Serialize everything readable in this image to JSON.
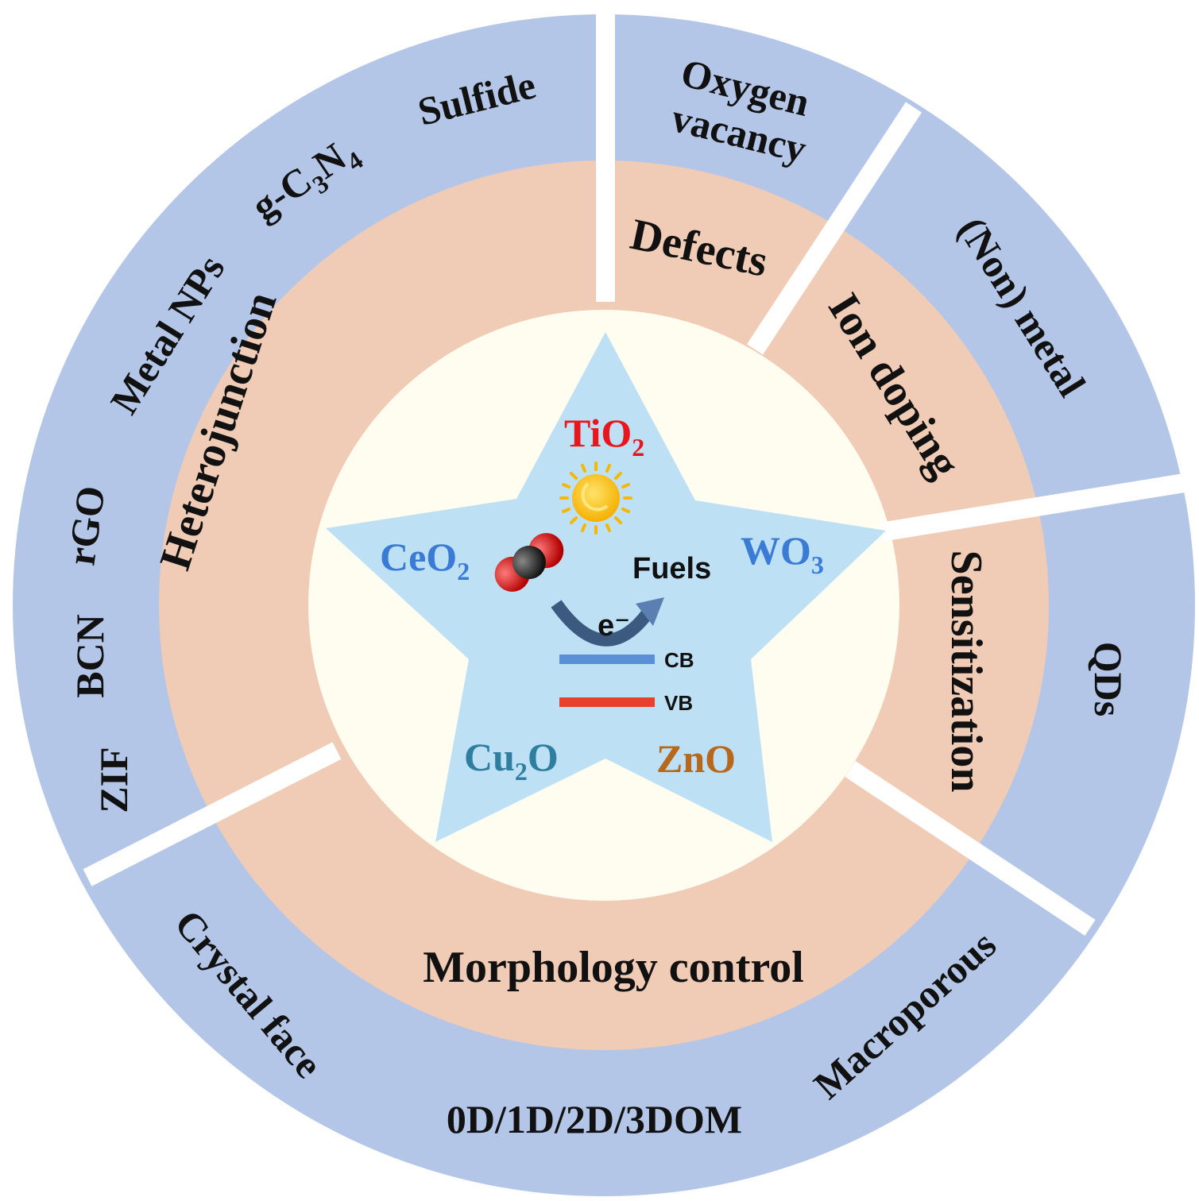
{
  "colors": {
    "outer_ring": "#b4c6e7",
    "middle_ring": "#f0cbb5",
    "core": "#fffdf0",
    "star": "#bde0f5",
    "divider": "#ffffff",
    "TiO2": "#e8171e",
    "CeO2": "#3a7bd5",
    "WO3": "#3a7bd5",
    "Cu2O": "#2e7ea0",
    "ZnO": "#b8681b",
    "sun": "#f5b800",
    "CB": "#5b8fd8",
    "VB": "#e8402a",
    "arrow": "#3c5a80"
  },
  "sectors": {
    "heterojunction": {
      "category": "Heterojunction",
      "items": [
        {
          "main": "ZIF",
          "sub": ""
        },
        {
          "main": "BCN",
          "sub": ""
        },
        {
          "main": "rGO",
          "sub": ""
        },
        {
          "main": "Metal NPs",
          "sub": ""
        },
        {
          "main": "g-C",
          "sub1": "3",
          "mid": "N",
          "sub2": "4"
        },
        {
          "main": "Sulfide",
          "sub": ""
        }
      ]
    },
    "defects": {
      "category": "Defects",
      "items": [
        {
          "line1": "Oxygen",
          "line2": "vacancy"
        }
      ]
    },
    "ion_doping": {
      "category": "Ion doping",
      "items": [
        {
          "main": "(Non) metal"
        }
      ]
    },
    "sensitization": {
      "category": "Sensitization",
      "items": [
        {
          "main": "QDs"
        }
      ]
    },
    "morphology": {
      "category": "Morphology control",
      "items": [
        {
          "main": "Crystal face"
        },
        {
          "main": "0D/1D/2D/3DOM"
        },
        {
          "main": "Macroporous"
        }
      ]
    }
  },
  "core": {
    "materials": [
      {
        "id": "TiO2",
        "base": "TiO",
        "sub": "2"
      },
      {
        "id": "CeO2",
        "base": "CeO",
        "sub": "2"
      },
      {
        "id": "WO3",
        "base": "WO",
        "sub": "3"
      },
      {
        "id": "Cu2O",
        "pre": "Cu",
        "sub": "2",
        "post": "O"
      },
      {
        "id": "ZnO",
        "base": "ZnO",
        "sub": ""
      }
    ],
    "fuels": "Fuels",
    "electron": "e⁻",
    "cb": "CB",
    "vb": "VB",
    "icons": [
      "sun-icon",
      "co2-molecule-icon",
      "electron-transfer-arrow-icon"
    ]
  }
}
